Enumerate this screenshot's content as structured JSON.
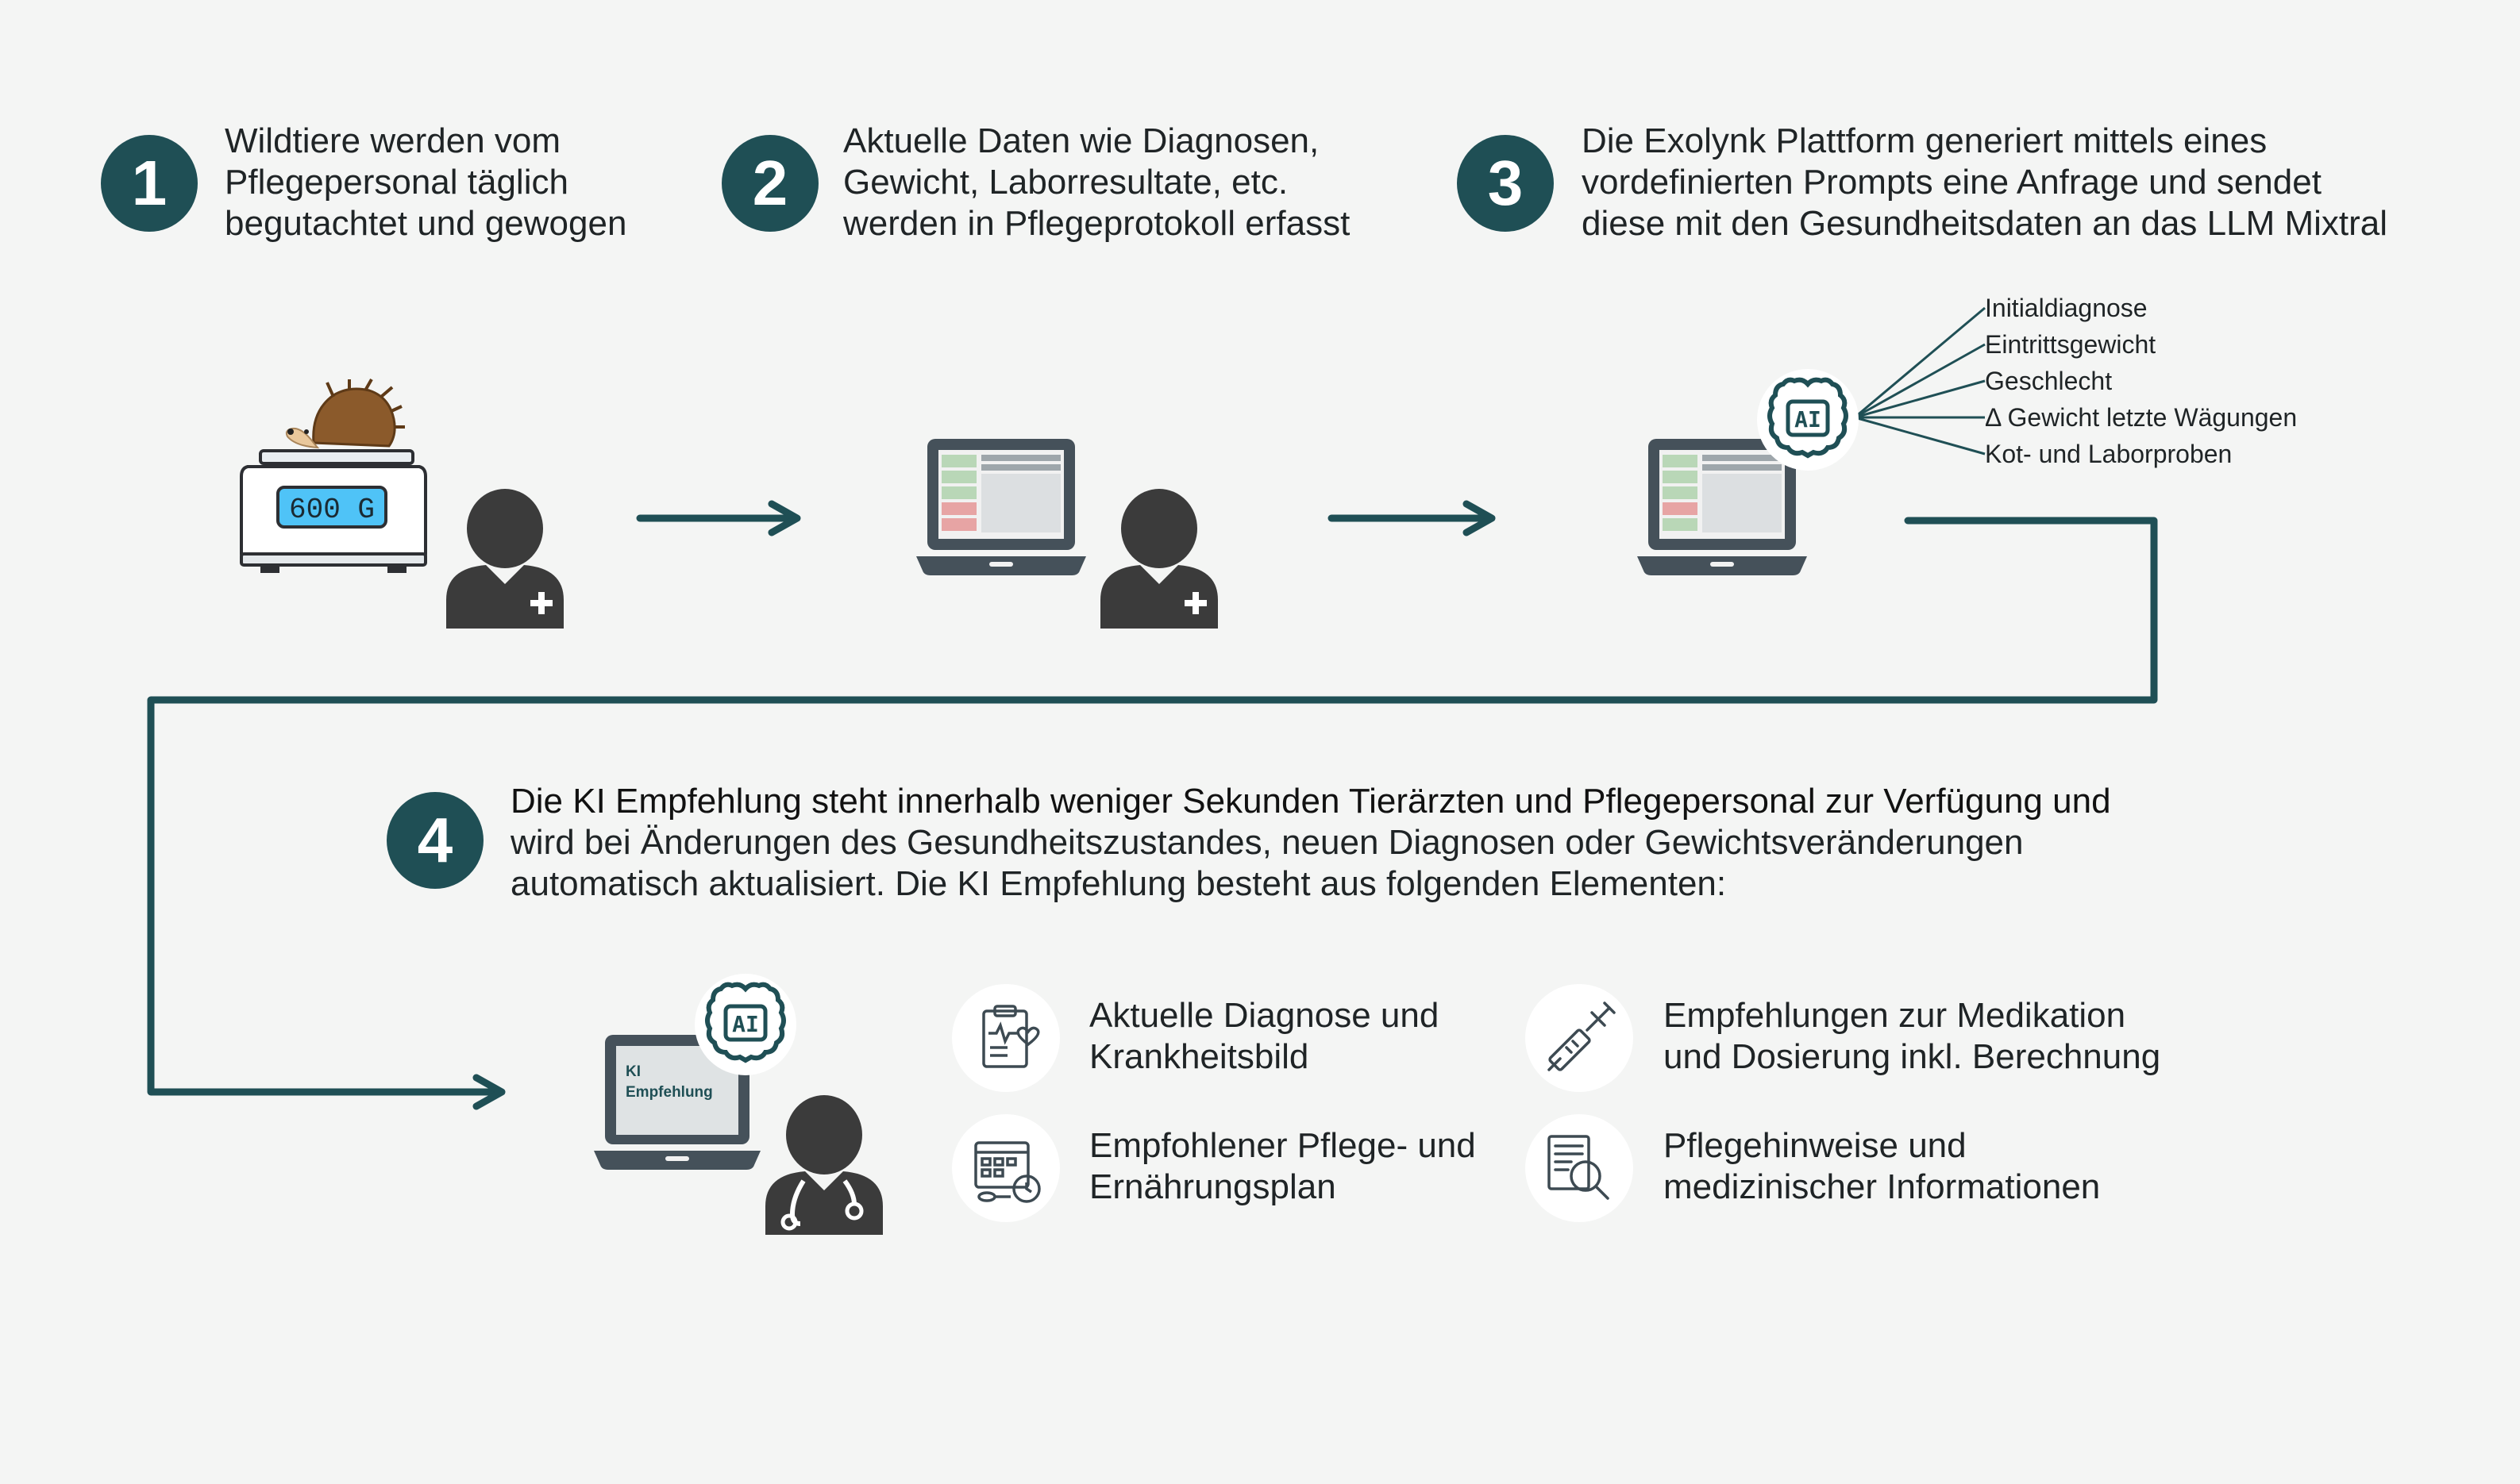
{
  "colors": {
    "background": "#f4f5f4",
    "accent": "#1f4f55",
    "person": "#3b3b3b",
    "laptop": "#45515a",
    "screen_green": "#b9d7b7",
    "screen_red": "#e7a4a4",
    "scale_display": "#4fc3f7"
  },
  "steps": [
    {
      "number": "1",
      "lines": [
        "Wildtiere werden vom",
        "Pflegepersonal täglich",
        "begutachtet und gewogen"
      ]
    },
    {
      "number": "2",
      "lines": [
        "Aktuelle Daten wie Diagnosen,",
        "Gewicht, Laborresultate, etc.",
        "werden in Pflegeprotokoll erfasst"
      ]
    },
    {
      "number": "3",
      "lines": [
        "Die Exolynk Plattform generiert mittels eines",
        "vordefinierten Prompts eine Anfrage und sendet",
        "diese mit den Gesundheitsdaten an das LLM  Mixtral"
      ]
    },
    {
      "number": "4",
      "lines": [
        "Die KI Empfehlung steht innerhalb weniger Sekunden Tierärzten und Pflegepersonal zur Verfügung und",
        "wird bei Änderungen des Gesundheitszustandes, neuen Diagnosen oder Gewichtsveränderungen",
        "automatisch aktualisiert. Die KI Empfehlung besteht aus folgenden Elementen:"
      ]
    }
  ],
  "scale_reading": "600 G",
  "ai_badge": "AI",
  "llm_parameters": [
    "Initialdiagnose",
    "Eintrittsgewicht",
    "Geschlecht",
    "Δ Gewicht letzte Wägungen",
    "Kot- und Laborproben"
  ],
  "recommendation_screen": [
    "KI",
    "Empfehlung"
  ],
  "features": [
    {
      "icon": "clipboard-diagnosis-icon",
      "lines": [
        "Aktuelle Diagnose und",
        "Krankheitsbild"
      ]
    },
    {
      "icon": "syringe-icon",
      "lines": [
        "Empfehlungen zur Medikation",
        "und Dosierung inkl. Berechnung"
      ]
    },
    {
      "icon": "calendar-plan-icon",
      "lines": [
        "Empfohlener Pflege- und",
        "Ernährungsplan"
      ]
    },
    {
      "icon": "document-search-icon",
      "lines": [
        "Pflegehinweise und",
        "medizinischer Informationen"
      ]
    }
  ]
}
